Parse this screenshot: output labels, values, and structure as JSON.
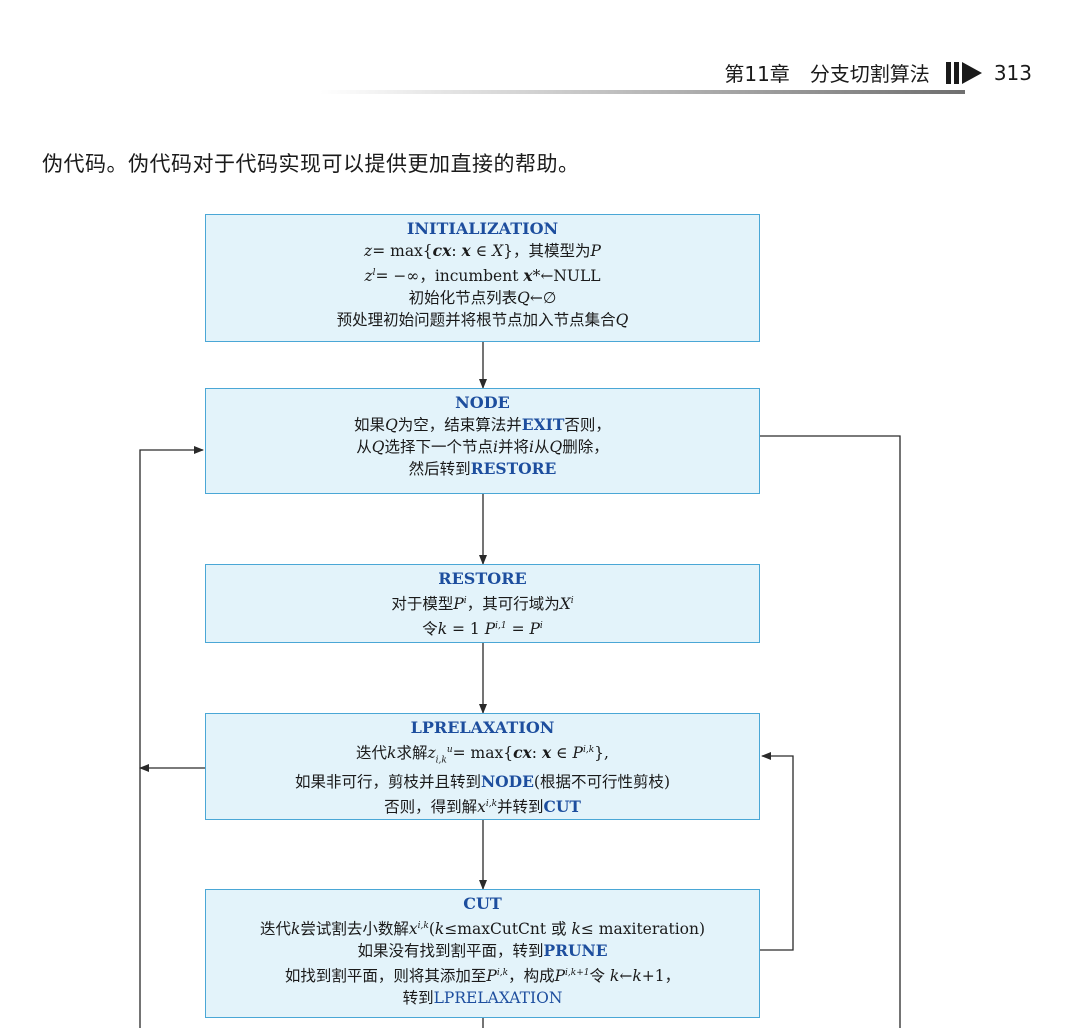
{
  "header": {
    "chapter": "第11章",
    "chapter_title": "分支切割算法",
    "page_number": "313"
  },
  "intro_text": "伪代码。伪代码对于代码实现可以提供更加直接的帮助。",
  "boxes": {
    "init": {
      "title": "INITIALIZATION",
      "l1_a": "z",
      "l1_b": "= max{",
      "l1_c": "cx",
      "l1_d": ": ",
      "l1_e": "x",
      "l1_f": " ∈ ",
      "l1_g": "X",
      "l1_h": "}，其模型为",
      "l1_i": "P",
      "l2_a": "z",
      "l2_sup": "l",
      "l2_b": "= −∞，incumbent ",
      "l2_c": "x",
      "l2_d": "*←NULL",
      "l3_a": "初始化节点列表",
      "l3_b": "Q",
      "l3_c": "←∅",
      "l4_a": "预处理初始问题并将根节点加入节点集合",
      "l4_b": "Q"
    },
    "node": {
      "title": "NODE",
      "l1_a": "如果",
      "l1_b": "Q",
      "l1_c": "为空，结束算法并",
      "l1_kw": "EXIT",
      "l1_d": "否则，",
      "l2_a": "从",
      "l2_b": "Q",
      "l2_c": "选择下一个节点",
      "l2_d": "i",
      "l2_e": "并将",
      "l2_f": "i",
      "l2_g": "从",
      "l2_h": "Q",
      "l2_i": "删除，",
      "l3_a": "然后转到",
      "l3_kw": "RESTORE"
    },
    "restore": {
      "title": "RESTORE",
      "l1_a": "对于模型",
      "l1_b": "P",
      "l1_sup": "i",
      "l1_c": "，其可行域为",
      "l1_d": "X",
      "l1_sup2": "i",
      "l2_a": "令",
      "l2_b": "k",
      "l2_c": " = 1  ",
      "l2_d": "P",
      "l2_sup": "i,1",
      "l2_e": " = ",
      "l2_f": "P",
      "l2_sup2": "i"
    },
    "lp": {
      "title": "LPRELAXATION",
      "l1_a": "迭代",
      "l1_b": "k",
      "l1_c": "求解",
      "l1_d": "z",
      "l1_sub": "i,k",
      "l1_sup": "u",
      "l1_e": "= max{",
      "l1_f": "cx",
      "l1_g": ": ",
      "l1_h": "x",
      "l1_i": " ∈ ",
      "l1_j": "P",
      "l1_sup2": "i,k",
      "l1_k": "},",
      "l2_a": "如果非可行，剪枝并且转到",
      "l2_kw": "NODE",
      "l2_b": "(根据不可行性剪枝)",
      "l3_a": "否则，得到解",
      "l3_b": "x",
      "l3_sup": "i,k",
      "l3_c": "并转到",
      "l3_kw": "CUT"
    },
    "cut": {
      "title": "CUT",
      "l1_a": "迭代",
      "l1_b": "k",
      "l1_c": "尝试割去小数解",
      "l1_d": "x",
      "l1_sup": "i,k",
      "l1_e": "(",
      "l1_f": "k",
      "l1_g": "≤maxCutCnt 或 ",
      "l1_h": "k",
      "l1_i": "≤ maxiteration)",
      "l2_a": "如果没有找到割平面，转到",
      "l2_kw": "PRUNE",
      "l3_a": "如找到割平面，则将其添加至",
      "l3_b": "P",
      "l3_sup": "i,k",
      "l3_c": "，构成",
      "l3_d": "P",
      "l3_sup2": "i,k+1",
      "l3_e": "令 ",
      "l3_f": "k",
      "l3_g": "←",
      "l3_h": "k",
      "l3_i": "+1，",
      "l4_a": "转到",
      "l4_kw": "LPRELAXATION"
    }
  },
  "colors": {
    "box_fill": "#e3f3fa",
    "box_border": "#4aa7d6",
    "keyword": "#1d4e9e",
    "arrow": "#2a2a2a"
  }
}
